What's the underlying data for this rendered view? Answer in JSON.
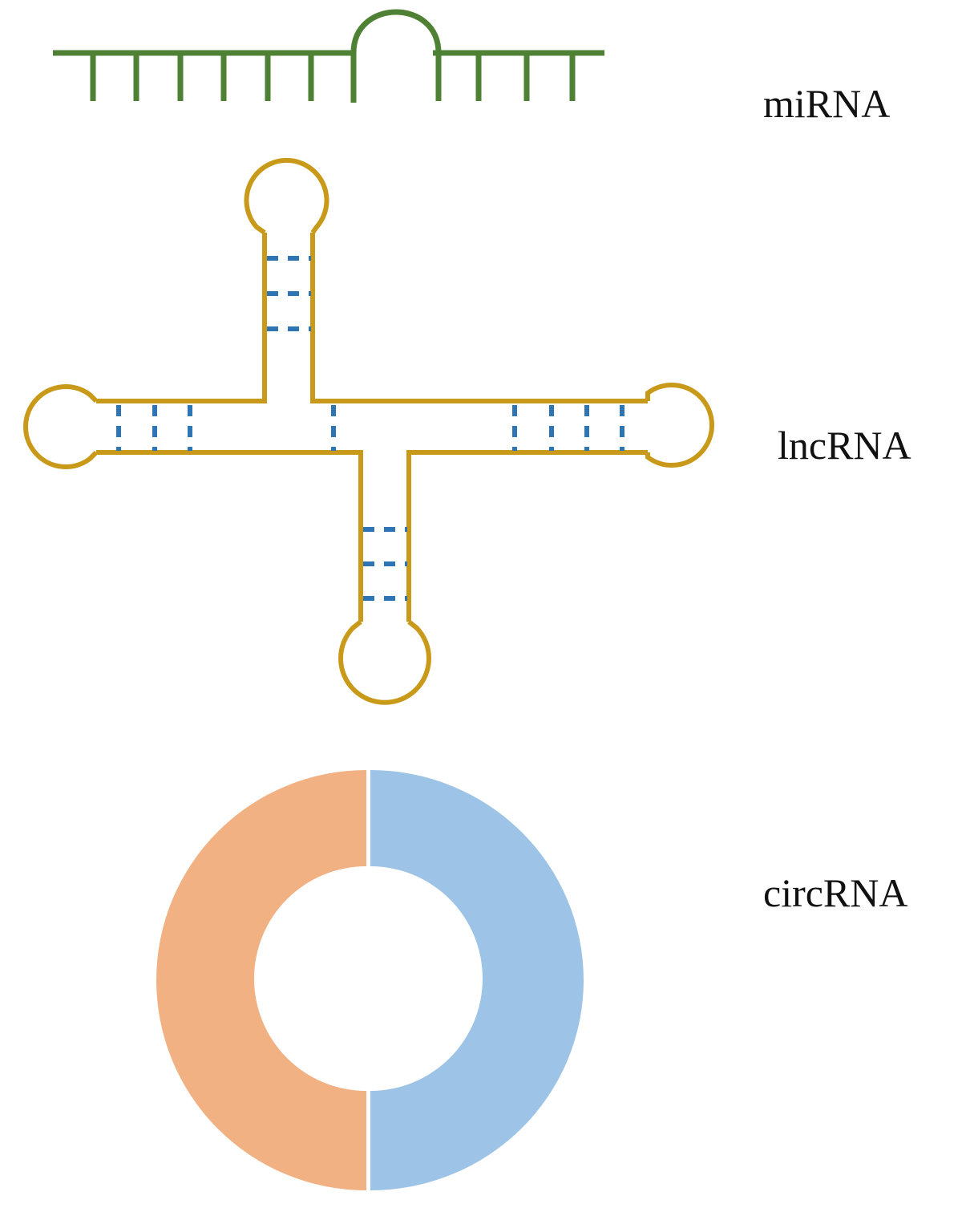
{
  "labels": {
    "mirna": "miRNA",
    "lncrna": "lncRNA",
    "circrna": "circRNA"
  },
  "colors": {
    "mirna_strand": "#4e8133",
    "lncrna_strand": "#c99a1a",
    "base_pair": "#2e75b6",
    "circ_left": "#f1b183",
    "circ_right": "#9dc3e6",
    "text": "#111111"
  }
}
